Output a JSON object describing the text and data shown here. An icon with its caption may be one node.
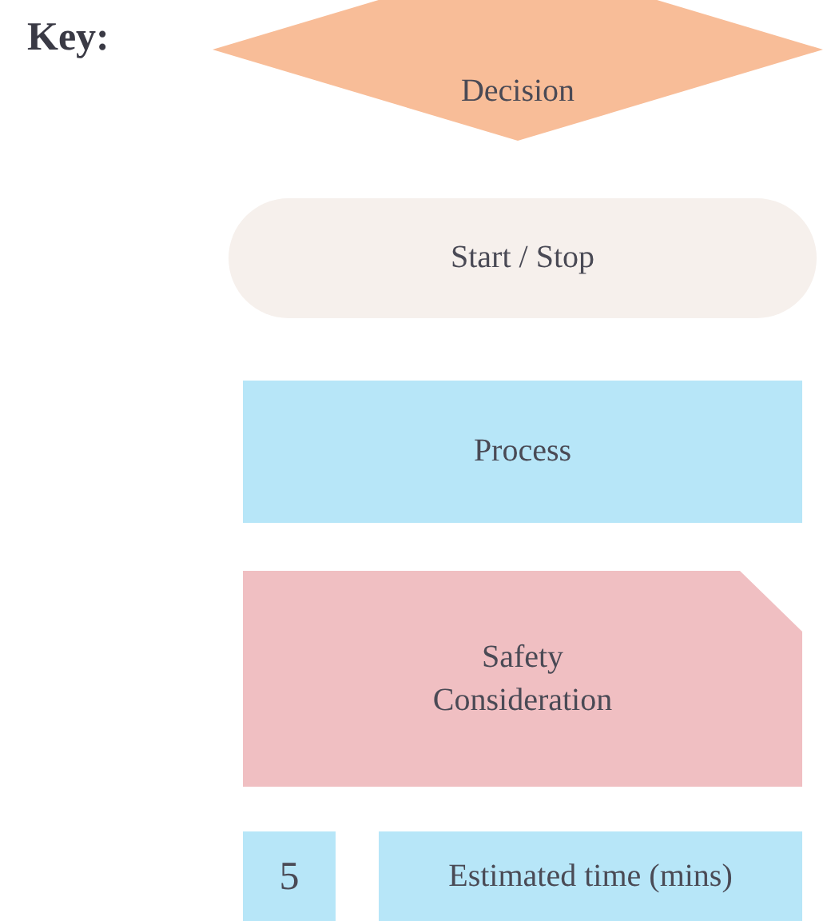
{
  "diagram": {
    "title": "Key:",
    "nodes": [
      {
        "text": [
          "Decision"
        ]
      },
      {
        "text": [
          "Start / Stop"
        ]
      },
      {
        "text": [
          "Process"
        ]
      },
      {
        "text": [
          "Safety Consideration"
        ]
      },
      {
        "text": [
          "5"
        ]
      },
      {
        "text": [
          "Estimated time (mins)"
        ]
      }
    ]
  }
}
